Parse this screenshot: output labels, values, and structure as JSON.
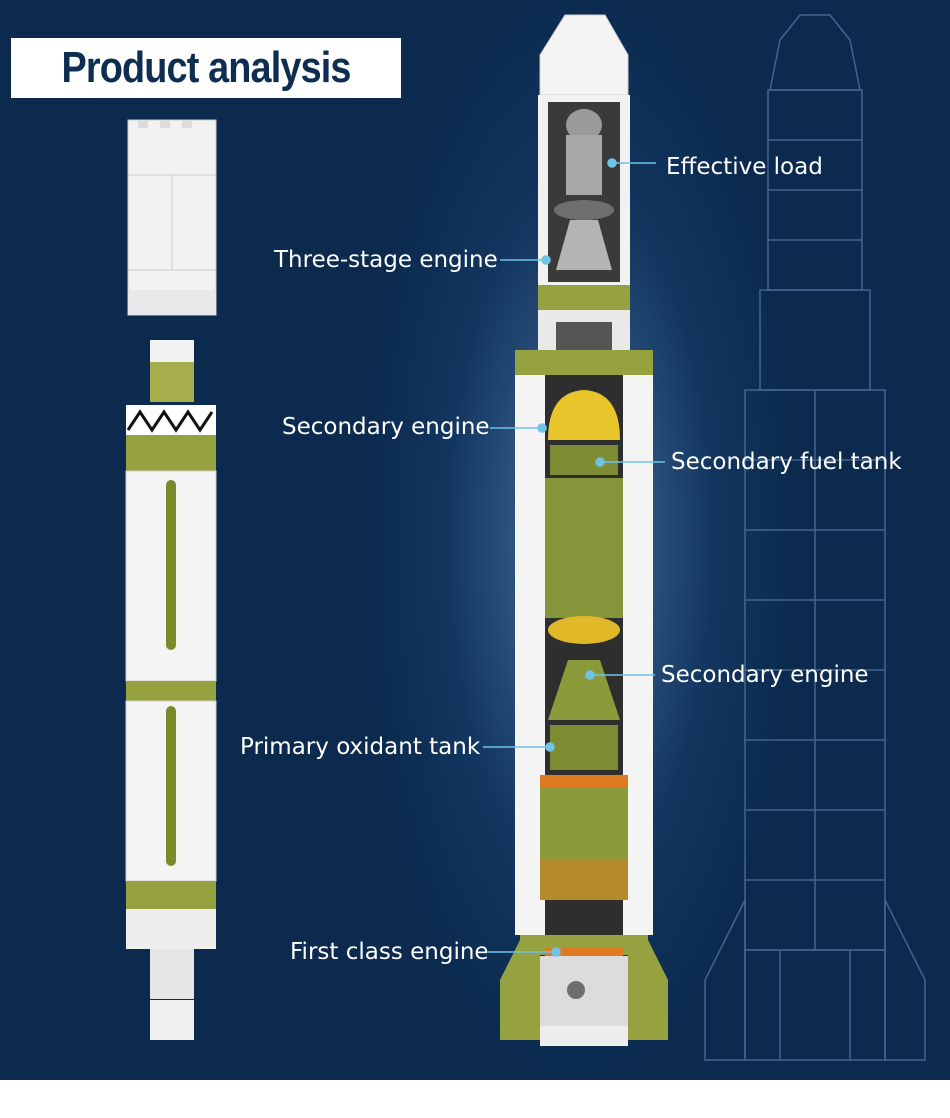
{
  "title": "Product analysis",
  "labels": {
    "effective_load": "Effective load",
    "three_stage_engine": "Three-stage engine",
    "secondary_engine_upper": "Secondary engine",
    "secondary_fuel_tank": "Secondary fuel tank",
    "secondary_engine_lower": "Secondary engine",
    "primary_oxidant_tank": "Primary oxidant tank",
    "first_class_engine": "First class engine"
  },
  "colors": {
    "background": "#0b2a4e",
    "title_text": "#0d2d52",
    "leader_line": "#6ec3e6",
    "olive": "#8a9a3a",
    "white_brick": "#f2f2f2",
    "yellow": "#e8c52a",
    "orange": "#e07a22"
  }
}
